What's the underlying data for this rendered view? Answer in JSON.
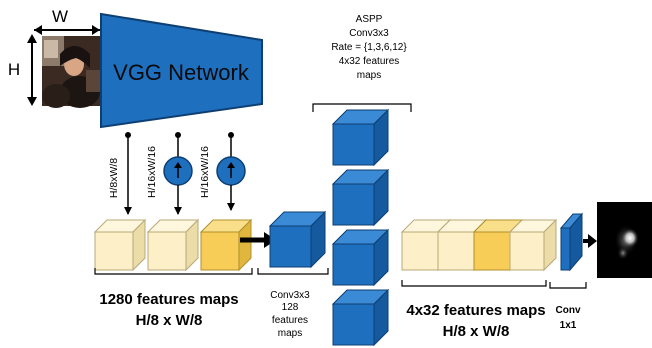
{
  "input": {
    "width_label": "W",
    "height_label": "H",
    "photo_description_icon": "photo-icon"
  },
  "vgg": {
    "label": "VGG Network"
  },
  "branches": [
    {
      "label": "H/8xW/8",
      "has_upsample": false
    },
    {
      "label": "H/16xW/16",
      "has_upsample": true
    },
    {
      "label": "H/16xW/16",
      "has_upsample": true
    }
  ],
  "concat": {
    "line1": "1280 features maps",
    "line2": "H/8 x W/8"
  },
  "conv128": {
    "lines": [
      "Conv3x3",
      "128",
      "features",
      "maps"
    ]
  },
  "aspp": {
    "lines": [
      "ASPP",
      "Conv3x3",
      "Rate = {1,3,6,12}",
      "4x32 features",
      "maps"
    ]
  },
  "concat2": {
    "line1": "4x32 features maps",
    "line2": "H/8 x W/8"
  },
  "conv1x1": {
    "lines": [
      "Conv",
      "1x1"
    ]
  },
  "colors": {
    "blue_face": "#1f6fbf",
    "blue_top": "#3a8ad6",
    "blue_side": "#155a9e",
    "blue_stroke": "#0e3f73",
    "cream_face": "#fdf0c8",
    "cream_top": "#fef7dd",
    "cream_side": "#ecdca8",
    "gold_face": "#f7cd57",
    "gold_top": "#fadf8a",
    "gold_side": "#e0b63e",
    "output_bg": "#000000"
  }
}
